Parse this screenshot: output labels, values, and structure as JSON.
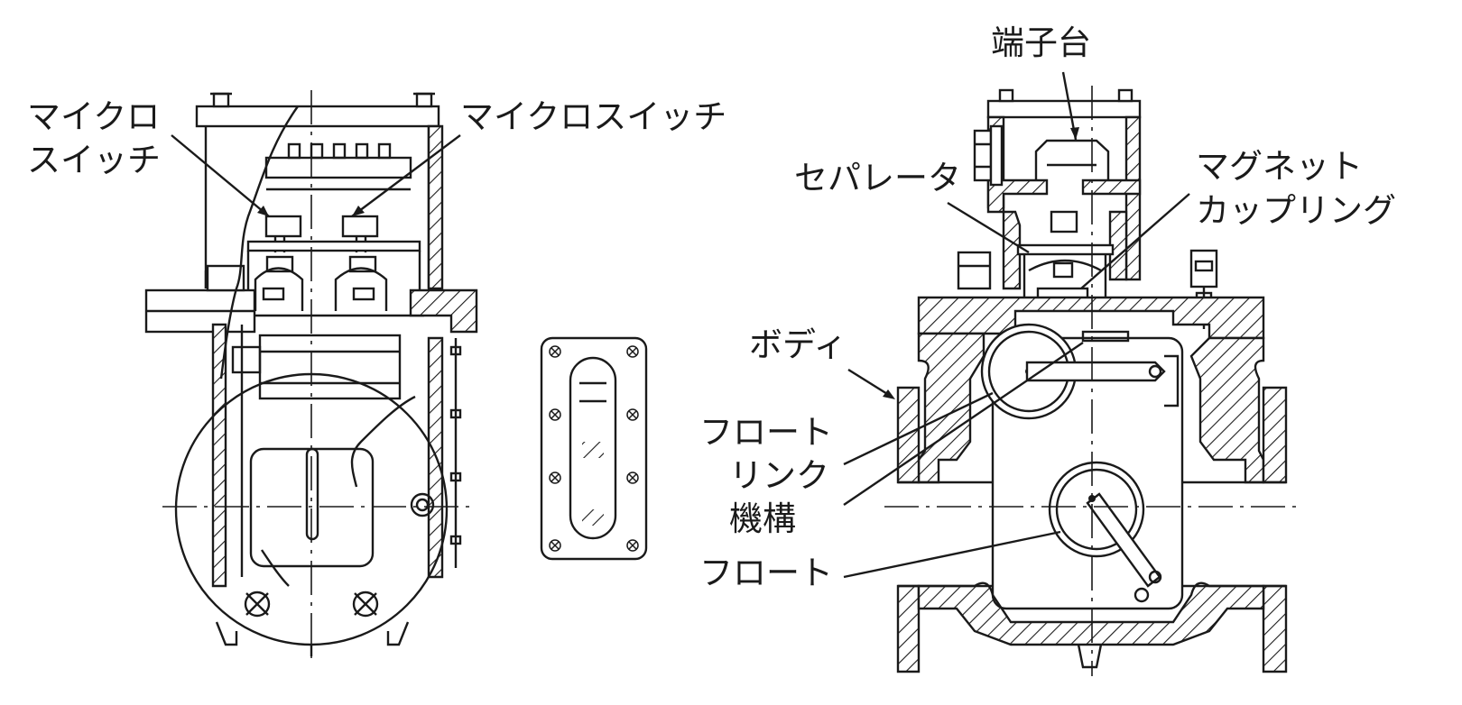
{
  "labels": {
    "micro_switch_left_line1": "マイクロ",
    "micro_switch_left_line2": "スイッチ",
    "micro_switch_right": "マイクロスイッチ",
    "terminal_block": "端子台",
    "separator": "セパレータ",
    "magnet_coupling_line1": "マグネット",
    "magnet_coupling_line2": "カップリング",
    "body": "ボディ",
    "float_upper": "フロート",
    "link_mechanism_line1": "リンク",
    "link_mechanism_line2": "機構",
    "float_lower": "フロート"
  }
}
